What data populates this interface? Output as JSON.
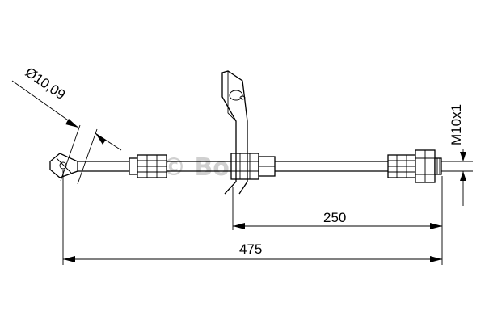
{
  "drawing": {
    "dim_overall": "475",
    "dim_bracket": "250",
    "dim_diameter": "Ø10,09",
    "dim_thread": "M10x1",
    "watermark": "© Bosch"
  }
}
